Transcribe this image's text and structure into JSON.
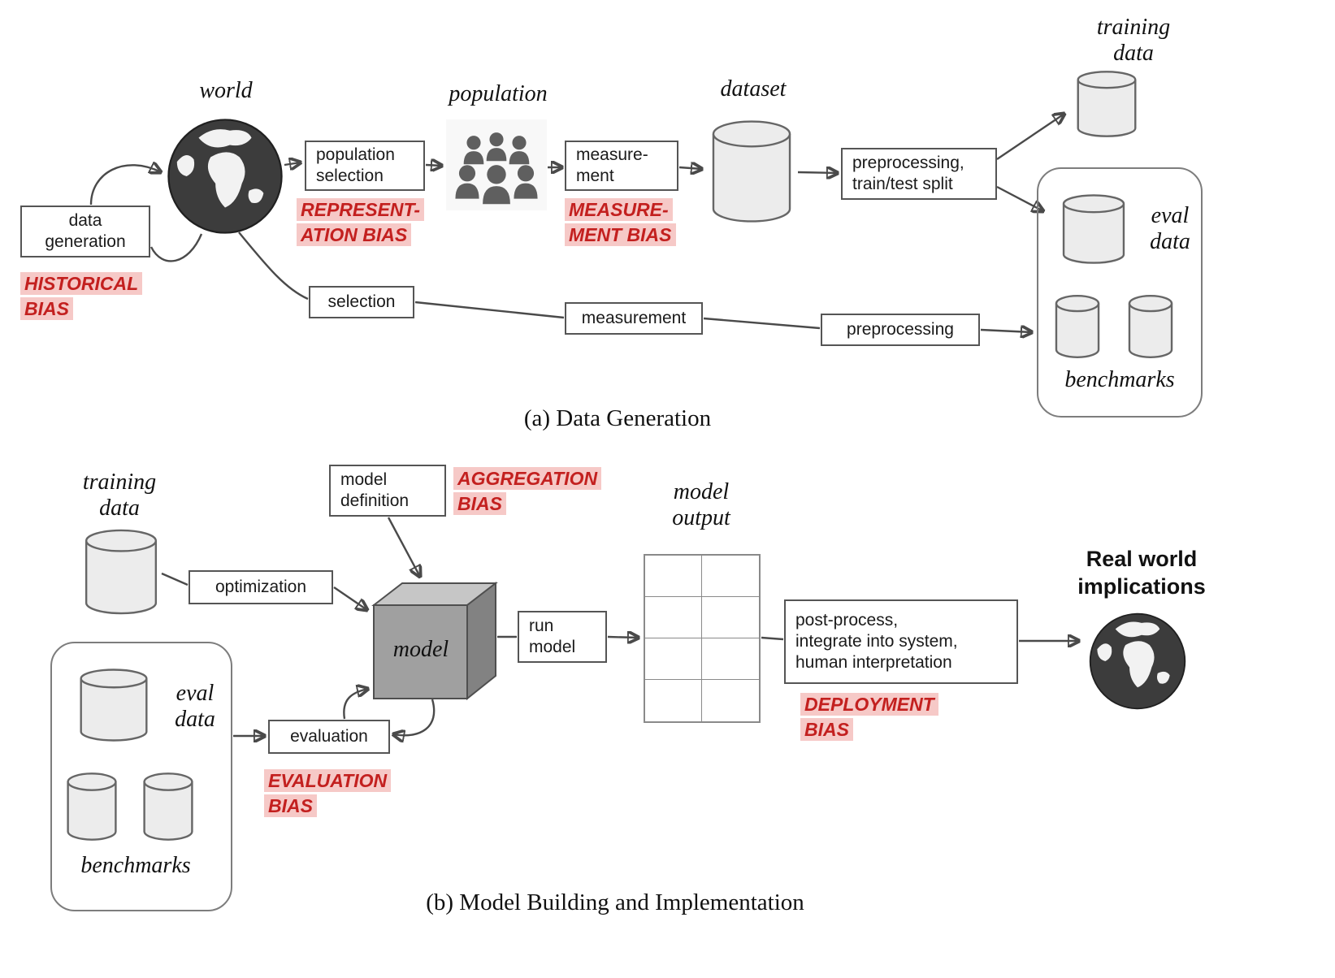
{
  "colors": {
    "bias_text": "#c3201f",
    "bias_highlight": "#f6c9c7",
    "box_border": "#555555",
    "arrow": "#4a4a4a",
    "cylinder_fill": "#ececec",
    "cylinder_stroke": "#666666"
  },
  "panel_a": {
    "caption": "(a) Data Generation",
    "world_label": "world",
    "population_label": "population",
    "dataset_label": "dataset",
    "training_data_label": "training\ndata",
    "eval_data_label": "eval\ndata",
    "benchmarks_label": "benchmarks",
    "boxes": {
      "data_generation": "data\ngeneration",
      "population_selection": "population\nselection",
      "measurement_top": "measure-\nment",
      "preprocessing_split": "preprocessing,\ntrain/test split",
      "selection": "selection",
      "measurement_bottom": "measurement",
      "preprocessing_bottom": "preprocessing"
    },
    "bias_labels": {
      "historical": "HISTORICAL\nBIAS",
      "representation": "REPRESENT-\nATION  BIAS",
      "measurement": "MEASURE-\nMENT BIAS"
    }
  },
  "panel_b": {
    "caption": "(b) Model Building and Implementation",
    "training_data_label": "training\ndata",
    "eval_data_label": "eval\ndata",
    "benchmarks_label": "benchmarks",
    "model_label": "model",
    "model_output_label": "model\noutput",
    "real_world_label": "Real world\nimplications",
    "boxes": {
      "model_definition": "model\ndefinition",
      "optimization": "optimization",
      "run_model": "run\nmodel",
      "evaluation": "evaluation",
      "post_process": "post-process,\nintegrate into system,\nhuman interpretation"
    },
    "bias_labels": {
      "aggregation": "AGGREGATION\nBIAS",
      "evaluation": "EVALUATION\nBIAS",
      "deployment": "DEPLOYMENT\nBIAS"
    }
  }
}
